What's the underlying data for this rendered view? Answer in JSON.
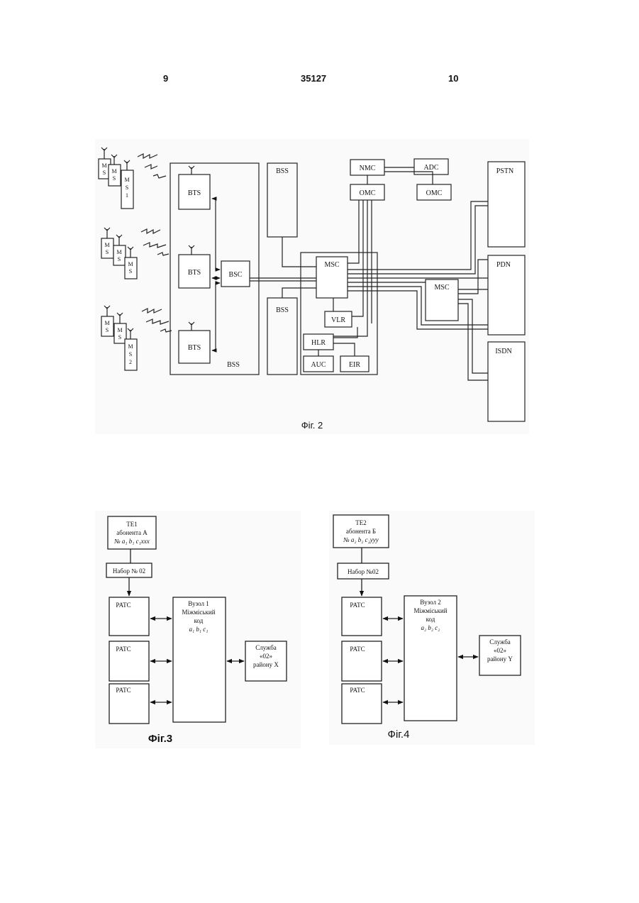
{
  "header": {
    "page_left": "9",
    "patent_number": "35127",
    "page_right": "10"
  },
  "fig2": {
    "caption": "Фіг. 2",
    "ms_top": [
      "M S",
      "M S",
      "M S 1"
    ],
    "ms_mid": [
      "M S",
      "M S",
      "M S"
    ],
    "ms_bot": [
      "M S",
      "M S",
      "M S 2"
    ],
    "bts": "BTS",
    "bsc": "BSC",
    "bss_outer": "BSS",
    "bss_top": "BSS",
    "bss_bottom": "BSS",
    "nmc": "NMC",
    "adc": "ADC",
    "omc_left": "OMC",
    "omc_right": "OMC",
    "msc_main": "MSC",
    "vlr": "VLR",
    "hlr": "HLR",
    "auc": "AUC",
    "eir": "EIR",
    "msc_right": "MSC",
    "pstn": "PSTN",
    "pdn": "PDN",
    "isdn": "ISDN"
  },
  "fig3": {
    "caption": "Фіг.3",
    "te": [
      "TE1",
      "абонента А",
      "№ a₁ b₁ c₁xxx"
    ],
    "dial": "Набор № 02",
    "ratc": [
      "PATC",
      "PATC",
      "PATC"
    ],
    "node": [
      "Вузол 1",
      "Міжміський",
      "код",
      "a₁ b₁ c₁"
    ],
    "service": [
      "Служба",
      "«02»",
      "району X"
    ]
  },
  "fig4": {
    "caption": "Фіг.4",
    "te": [
      "TE2",
      "абонента Б",
      "№ a₂ b₂ c₂yyy"
    ],
    "dial": "Набор №02",
    "ratc": [
      "PATC",
      "PATC",
      "PATC"
    ],
    "node": [
      "Вузол 2",
      "Міжміський",
      "код",
      "a₂ b₂ c₂"
    ],
    "service": [
      "Служба",
      "«02»",
      "району Y"
    ]
  }
}
